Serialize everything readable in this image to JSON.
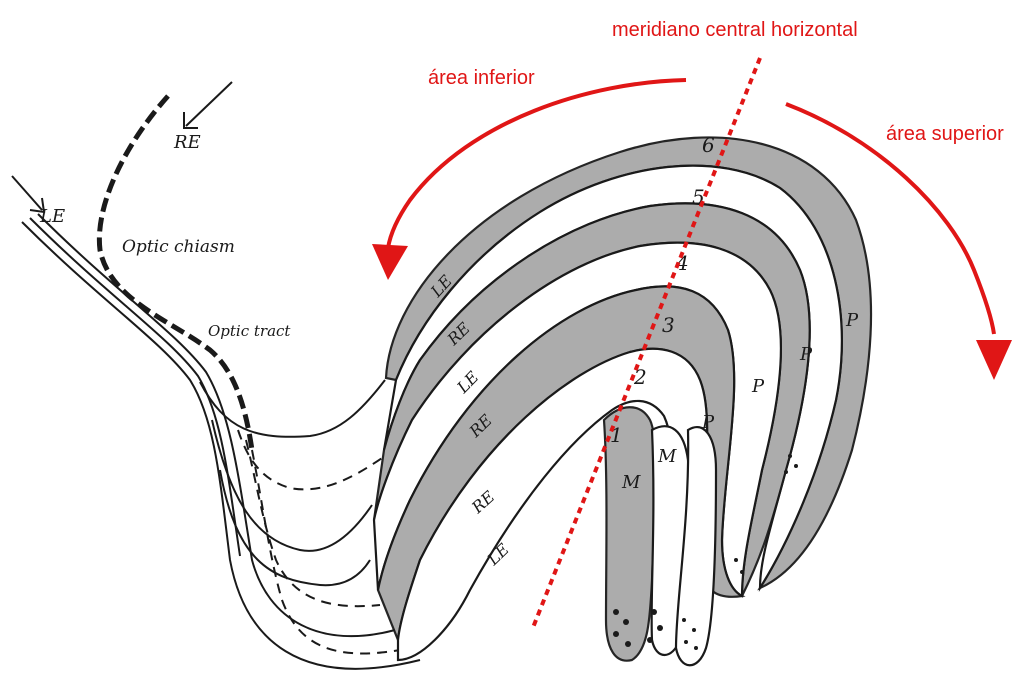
{
  "annotations": {
    "meridian_label": "meridiano central horizontal",
    "inferior_label": "área inferior",
    "superior_label": "área superior"
  },
  "drawing": {
    "eye_left": "LE",
    "eye_right": "RE",
    "chiasm_label": "Optic chiasm",
    "tract_label": "Optic tract"
  },
  "layers": {
    "numbers": [
      "1",
      "2",
      "3",
      "4",
      "5",
      "6"
    ],
    "eye_labels": {
      "outer_le": "LE",
      "outer_re": "RE",
      "mid_le": "LE",
      "mid_re": "RE",
      "inner_re": "RE",
      "inner_le": "LE"
    },
    "type_labels": {
      "m1": "M",
      "m2": "M",
      "p3": "P",
      "p4": "P",
      "p5": "P",
      "p6": "P"
    }
  },
  "colors": {
    "accent_red": "#e01616",
    "ink": "#1a1a1a",
    "shade": "#a8a8a8"
  }
}
